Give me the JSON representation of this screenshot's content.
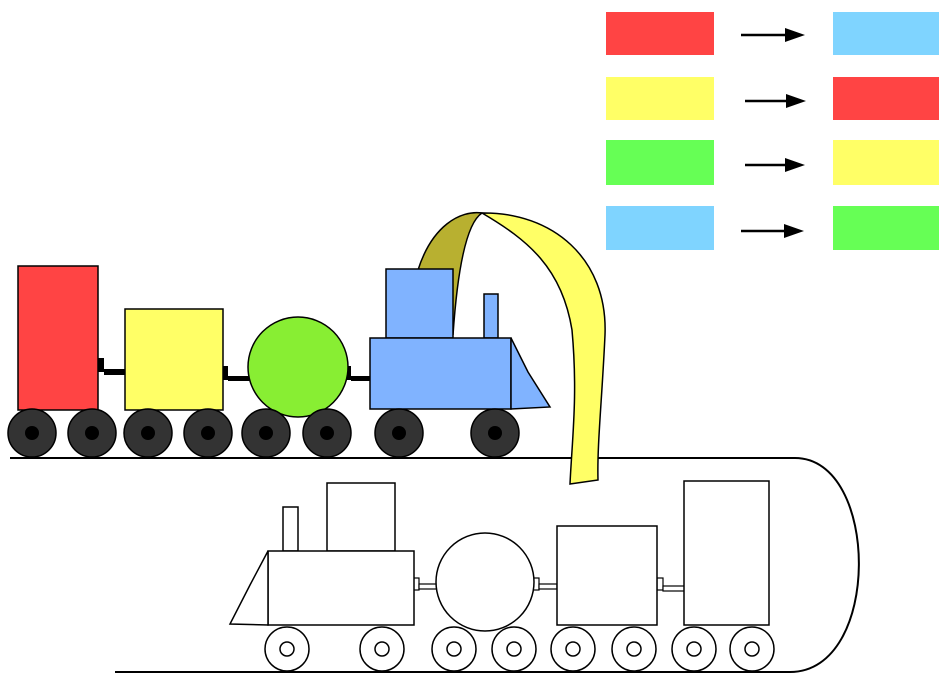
{
  "colors": {
    "red": "#ff4444",
    "yellow": "#ffff66",
    "green": "#66ff55",
    "blue": "#7fd4ff",
    "engine_blue": "#80b3ff",
    "tank_green": "#88ee33",
    "ribbon_yellow": "#ffff66",
    "ribbon_back": "#b8b030",
    "wheel_dark": "#333333",
    "outline": "#000000",
    "background": "#ffffff"
  },
  "legend": {
    "rules": [
      {
        "from": "red",
        "to": "blue"
      },
      {
        "from": "yellow",
        "to": "red"
      },
      {
        "from": "green",
        "to": "yellow"
      },
      {
        "from": "blue",
        "to": "green"
      }
    ],
    "arrow_icon": "right-arrow-icon"
  },
  "top_train": {
    "direction": "right",
    "cars": [
      {
        "kind": "tall-box",
        "color": "red"
      },
      {
        "kind": "box",
        "color": "yellow"
      },
      {
        "kind": "tank",
        "color": "tank_green"
      },
      {
        "kind": "engine",
        "color": "engine_blue"
      }
    ]
  },
  "bottom_train": {
    "direction": "left",
    "cars": [
      {
        "kind": "engine",
        "color": "background"
      },
      {
        "kind": "tank",
        "color": "background"
      },
      {
        "kind": "box",
        "color": "background"
      },
      {
        "kind": "tall-box",
        "color": "background"
      }
    ]
  },
  "tunnel": {
    "type": "loop-track",
    "ribbon": "half-twist"
  }
}
